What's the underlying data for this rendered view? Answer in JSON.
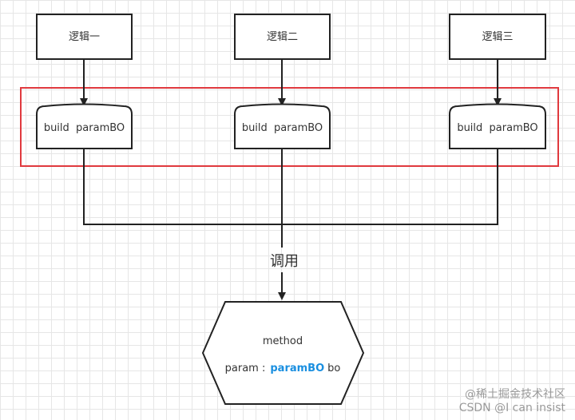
{
  "logic_boxes": [
    {
      "label": "逻辑一"
    },
    {
      "label": "逻辑二"
    },
    {
      "label": "逻辑三"
    }
  ],
  "build_boxes": [
    {
      "label": "build  paramBO"
    },
    {
      "label": "build  paramBO"
    },
    {
      "label": "build  paramBO"
    }
  ],
  "call_label": "调用",
  "method_box": {
    "title": "method",
    "param_prefix": "param :",
    "param_type": "paramBO",
    "param_name": "bo"
  },
  "watermark": {
    "line1": "@稀土掘金技术社区",
    "line2": "CSDN @I can insist"
  },
  "colors": {
    "highlight_border": "#e0393e",
    "param_type": "#1a8fe0",
    "stroke": "#222222"
  }
}
